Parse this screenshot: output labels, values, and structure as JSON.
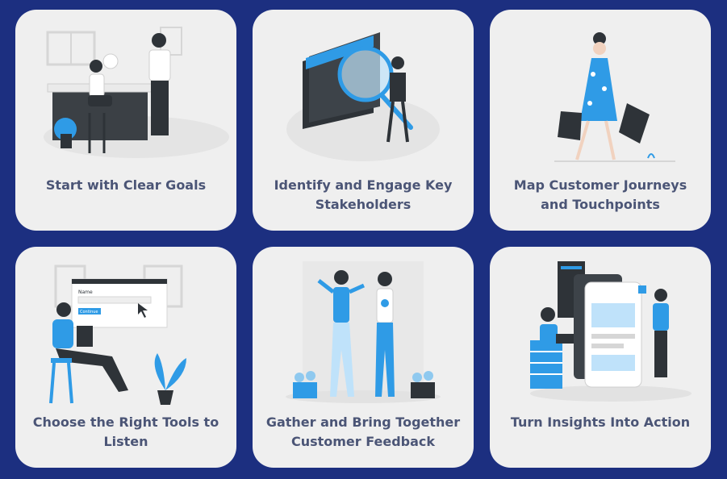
{
  "colors": {
    "background": "#1c2f80",
    "card": "#efefef",
    "label": "#4b5576",
    "accent": "#2f9be6",
    "dark": "#2e3338"
  },
  "cards": [
    {
      "title": "Start with Clear Goals",
      "icon": "office-meeting-illustration"
    },
    {
      "title": "Identify and Engage Key Stakeholders",
      "icon": "magnifier-screens-illustration"
    },
    {
      "title": "Map Customer Journeys and Touchpoints",
      "icon": "shopping-walk-illustration"
    },
    {
      "title": "Choose the Right Tools to Listen",
      "icon": "tablet-form-illustration",
      "form_field_label": "Name",
      "form_button_label": "Continue"
    },
    {
      "title": "Gather and Bring Together Customer Feedback",
      "icon": "two-people-feedback-illustration"
    },
    {
      "title": "Turn Insights Into Action",
      "icon": "server-app-insights-illustration"
    }
  ]
}
